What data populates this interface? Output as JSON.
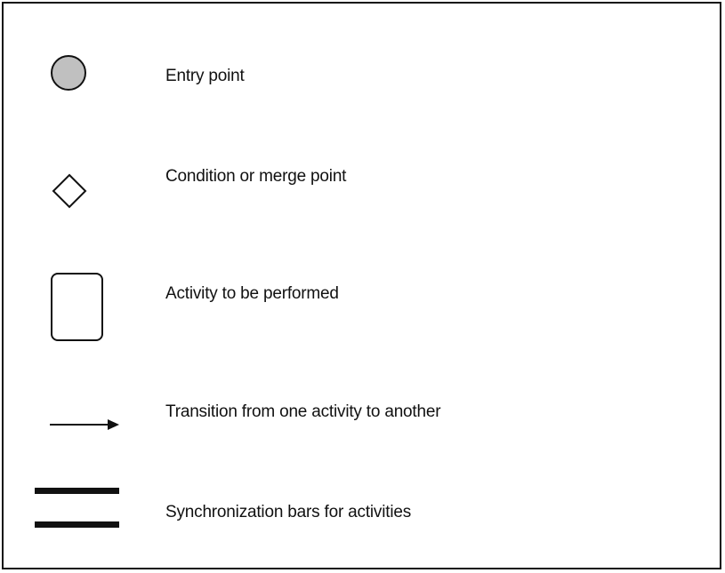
{
  "legend": {
    "items": [
      {
        "symbol": "filled-circle-icon",
        "label": "Entry point",
        "fill": "#c0c0c0"
      },
      {
        "symbol": "diamond-icon",
        "label": "Condition or merge point",
        "fill": "#ffffff"
      },
      {
        "symbol": "rounded-rectangle-icon",
        "label": "Activity to be performed",
        "fill": "#ffffff"
      },
      {
        "symbol": "arrow-icon",
        "label": "Transition from one activity to another"
      },
      {
        "symbol": "double-bar-icon",
        "label": "Synchronization bars for activities"
      }
    ]
  },
  "colors": {
    "stroke": "#111111",
    "background": "#ffffff",
    "entry_fill": "#c0c0c0"
  }
}
